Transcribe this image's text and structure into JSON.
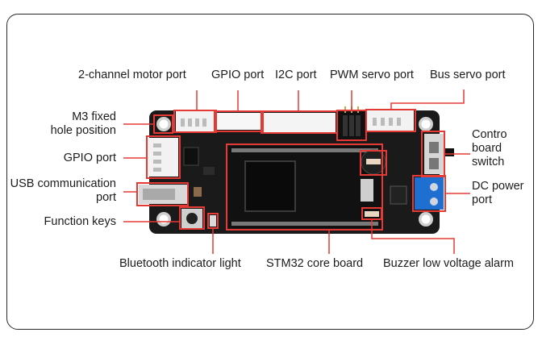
{
  "labels": {
    "motor_port": "2-channel motor port",
    "gpio_port_top": "GPIO port",
    "i2c_port": "I2C port",
    "pwm_servo_port": "PWM servo port",
    "bus_servo_port": "Bus servo port",
    "m3_hole_line1": "M3 fixed",
    "m3_hole_line2": "hole position",
    "gpio_port_left": "GPIO port",
    "usb_line1": "USB communication",
    "usb_line2": "port",
    "function_keys": "Function keys",
    "control_switch_line1": "Contro",
    "control_switch_line2": "board",
    "control_switch_line3": "switch",
    "dc_power_line1": "DC power",
    "dc_power_line2": "port",
    "bluetooth_light": "Bluetooth indicator light",
    "stm32_core": "STM32 core board",
    "buzzer_alarm": "Buzzer low voltage alarm"
  },
  "colors": {
    "accent": "#e53935",
    "board": "#1a1a1a",
    "terminal_blue": "#1e6fd0",
    "text": "#1c1c1c"
  }
}
